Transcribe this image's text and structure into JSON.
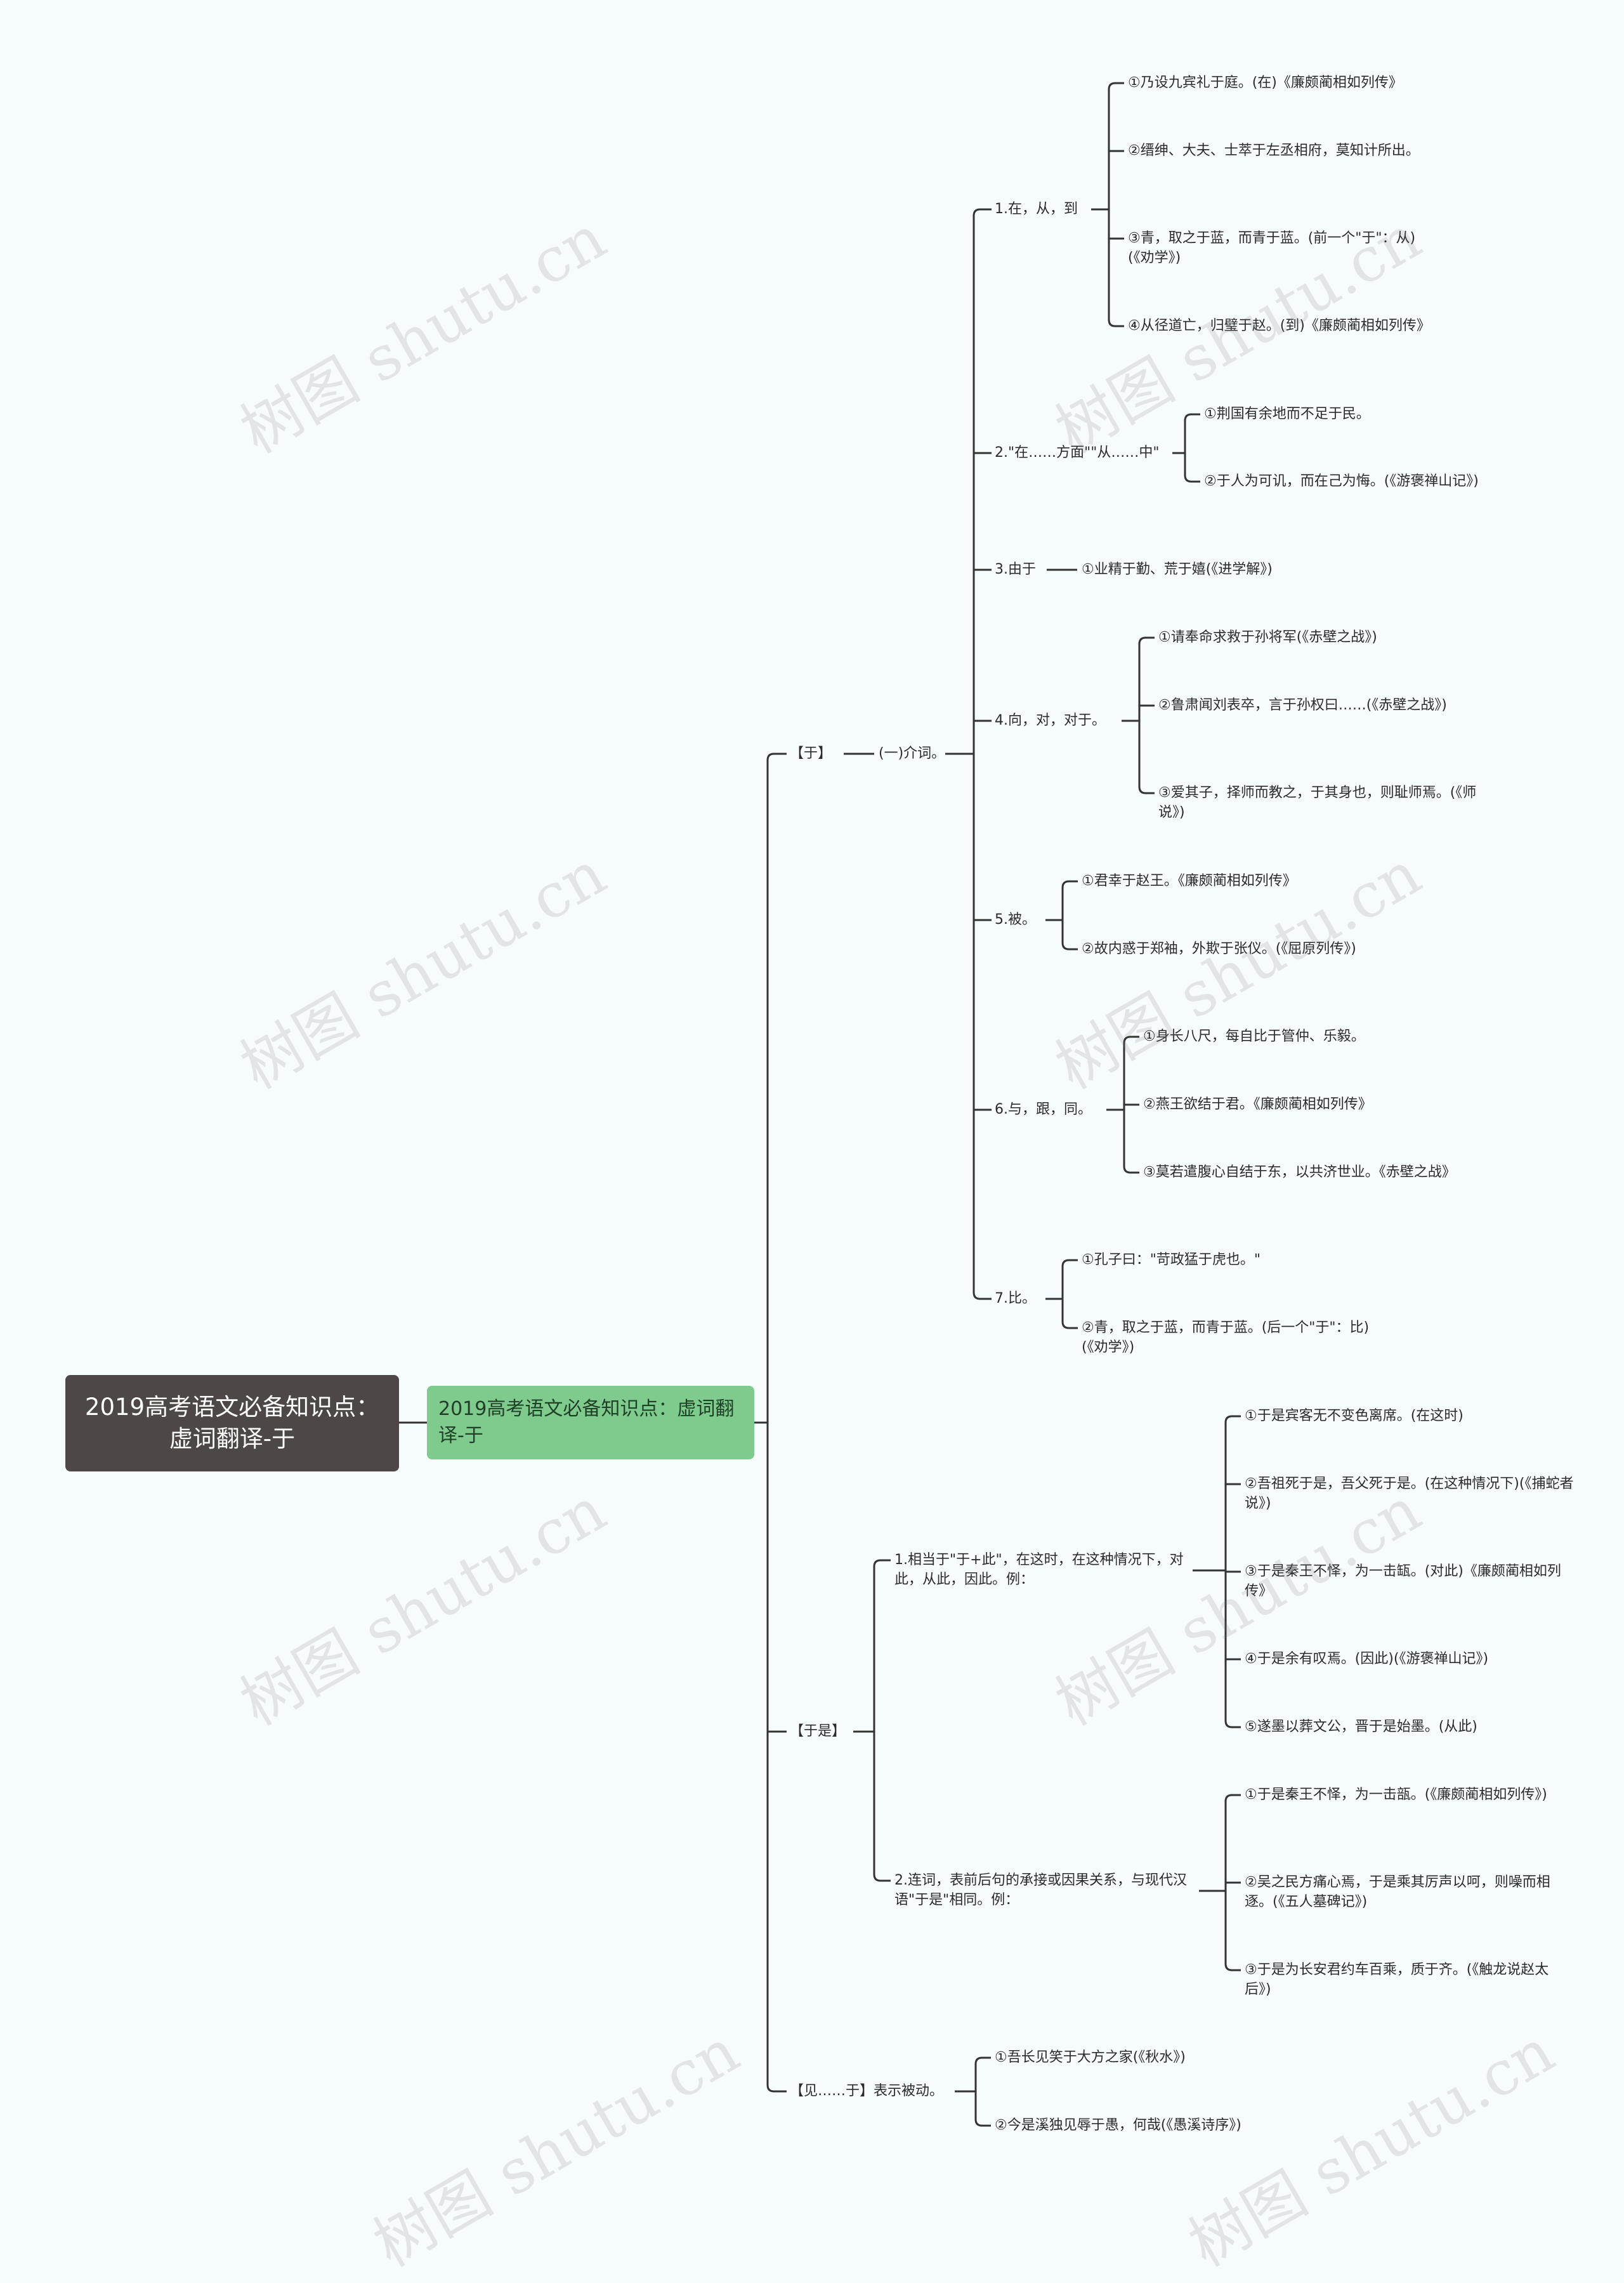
{
  "root": "2019高考语文必备知识点：虚词翻译-于",
  "sub": "2019高考语文必备知识点：虚词翻译-于",
  "watermark": "树图 shutu.cn",
  "branches": {
    "yu": "【于】",
    "yu_cat": "(一)介词。",
    "yushi": "【于是】",
    "jian": "【见……于】表示被动。"
  },
  "s1": {
    "label": "1.在，从，到",
    "items": [
      "①乃设九宾礼于庭。(在)《廉颇蔺相如列传》",
      "②缙绅、大夫、士萃于左丞相府，莫知计所出。",
      "③青，取之于蓝，而青于蓝。(前一个\"于\"：从)(《劝学》)",
      "④从径道亡，归璧于赵。(到)《廉颇蔺相如列传》"
    ]
  },
  "s2": {
    "label": "2.\"在……方面\"\"从……中\"",
    "items": [
      "①荆国有余地而不足于民。",
      "②于人为可讥，而在己为悔。(《游褒禅山记》)"
    ]
  },
  "s3": {
    "label": "3.由于",
    "items": [
      "①业精于勤、荒于嬉(《进学解》)"
    ]
  },
  "s4": {
    "label": "4.向，对，对于。",
    "items": [
      "①请奉命求救于孙将军(《赤壁之战》)",
      "②鲁肃闻刘表卒，言于孙权曰……(《赤壁之战》)",
      "③爱其子，择师而教之，于其身也，则耻师焉。(《师说》)"
    ]
  },
  "s5": {
    "label": "5.被。",
    "items": [
      "①君幸于赵王。《廉颇蔺相如列传》",
      "②故内惑于郑袖，外欺于张仪。(《屈原列传》)"
    ]
  },
  "s6": {
    "label": "6.与，跟，同。",
    "items": [
      "①身长八尺，每自比于管仲、乐毅。",
      "②燕王欲结于君。《廉颇蔺相如列传》",
      "③莫若遣腹心自结于东，以共济世业。《赤壁之战》"
    ]
  },
  "s7": {
    "label": "7.比。",
    "items": [
      "①孔子曰：\"苛政猛于虎也。\"",
      "②青，取之于蓝，而青于蓝。(后一个\"于\"：比)(《劝学》)"
    ]
  },
  "ys1": {
    "label": "1.相当于\"于+此\"，在这时，在这种情况下，对此，从此，因此。例：",
    "items": [
      "①于是宾客无不变色离席。(在这时)",
      "②吾祖死于是，吾父死于是。(在这种情况下)(《捕蛇者说》)",
      "③于是秦王不怿，为一击缻。(对此)《廉颇蔺相如列传》",
      "④于是余有叹焉。(因此)(《游褒禅山记》)",
      "⑤遂墨以葬文公，晋于是始墨。(从此)"
    ]
  },
  "ys2": {
    "label": "2.连词，表前后句的承接或因果关系，与现代汉语\"于是\"相同。例：",
    "items": [
      "①于是秦王不怿，为一击瓿。(《廉颇蔺相如列传》)",
      "②吴之民方痛心焉，于是乘其厉声以呵，则噪而相逐。(《五人墓碑记》)",
      "③于是为长安君约车百乘，质于齐。(《触龙说赵太后》)"
    ]
  },
  "jian_items": [
    "①吾长见笑于大方之家(《秋水》)",
    "②今是溪独见辱于愚，何哉(《愚溪诗序》)"
  ]
}
